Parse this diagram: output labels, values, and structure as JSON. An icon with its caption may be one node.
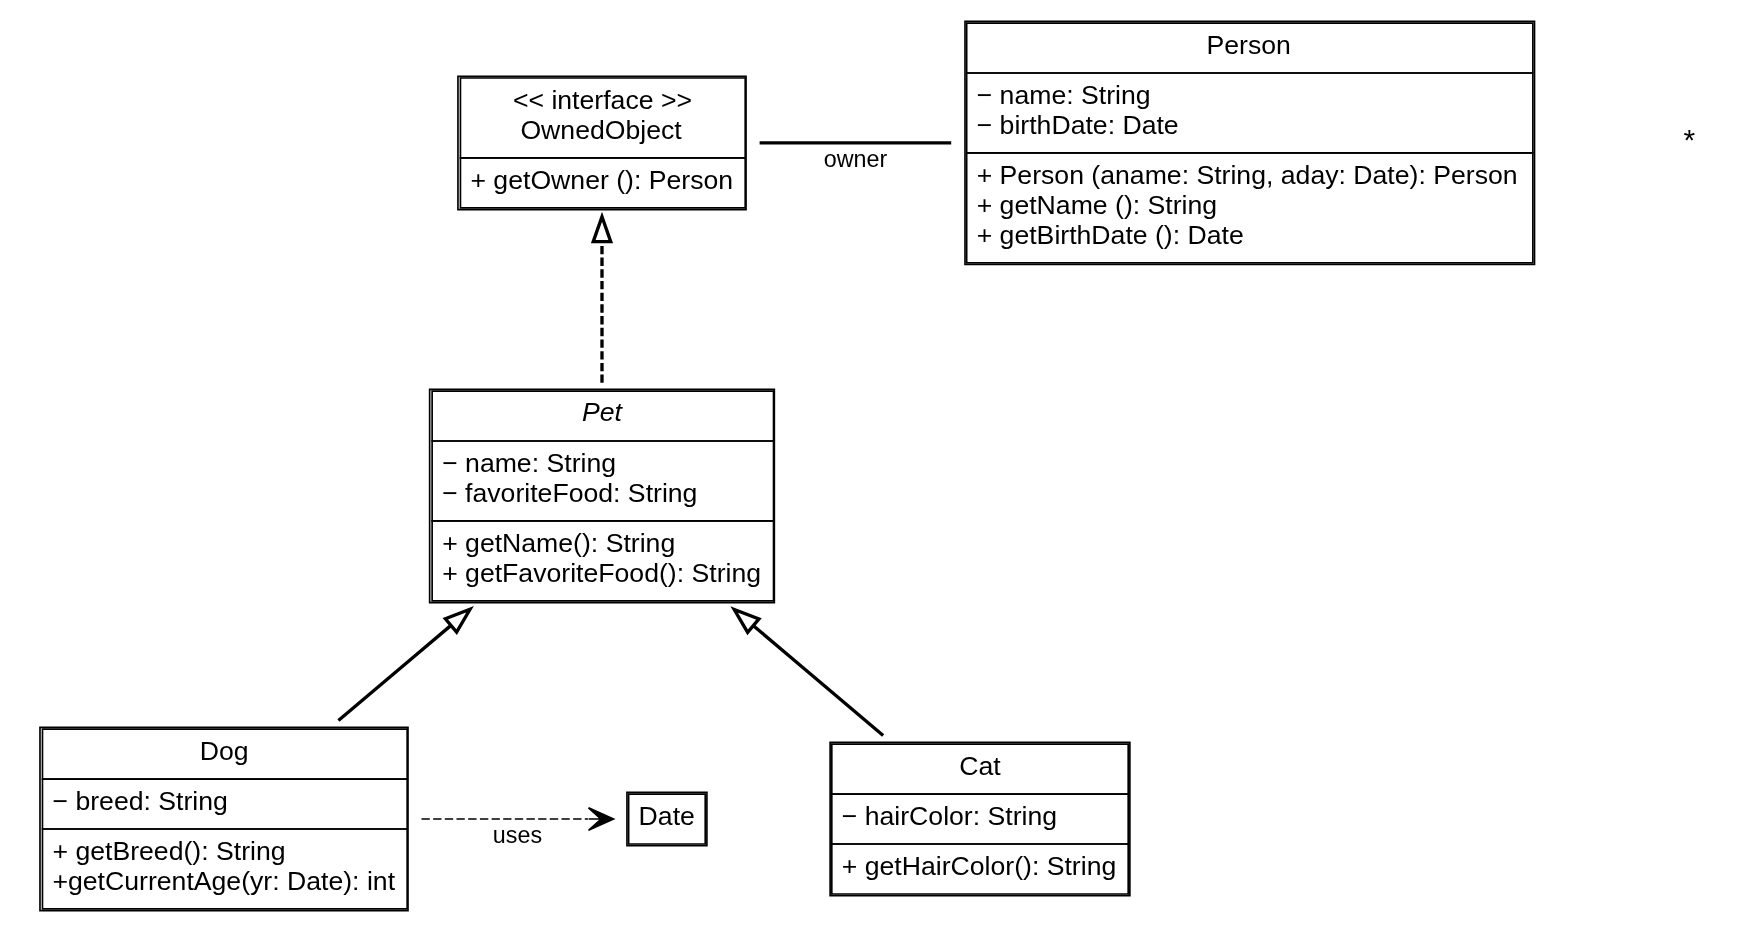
{
  "diagram": {
    "nodes": [
      {
        "text": [
          "<< interface >>",
          "OwnedObject",
          "+ getOwner (): Person"
        ]
      },
      {
        "text": [
          "Person",
          "− name: String",
          "− birthDate: Date",
          "+ Person (aname: String, aday: Date): Person",
          "+ getName (): String",
          "+ getBirthDate (): Date"
        ]
      },
      {
        "text": [
          "Pet",
          "− name: String",
          "− favoriteFood: String",
          "+ getName(): String",
          "+ getFavoriteFood(): String"
        ]
      },
      {
        "text": [
          "Date"
        ]
      },
      {
        "text": [
          "Dog",
          "− breed: String",
          "+ getBreed(): String",
          "+getCurrentAge(yr: Date): int"
        ]
      },
      {
        "text": [
          "Cat",
          "− hairColor: String",
          "+ getHairColor(): String"
        ]
      }
    ],
    "edges": [
      {
        "from": 0,
        "to": 1,
        "arrow": "none",
        "label": "owner"
      },
      {
        "from": 2,
        "to": 0,
        "arrow": "to",
        "style": "dashed"
      },
      {
        "from": 4,
        "to": 2,
        "arrow": "to"
      },
      {
        "from": 5,
        "to": 2,
        "arrow": "to"
      },
      {
        "from": 4,
        "to": 3,
        "arrow": "to",
        "style": "dashed",
        "label": "uses"
      }
    ],
    "labels": [
      "*"
    ]
  }
}
